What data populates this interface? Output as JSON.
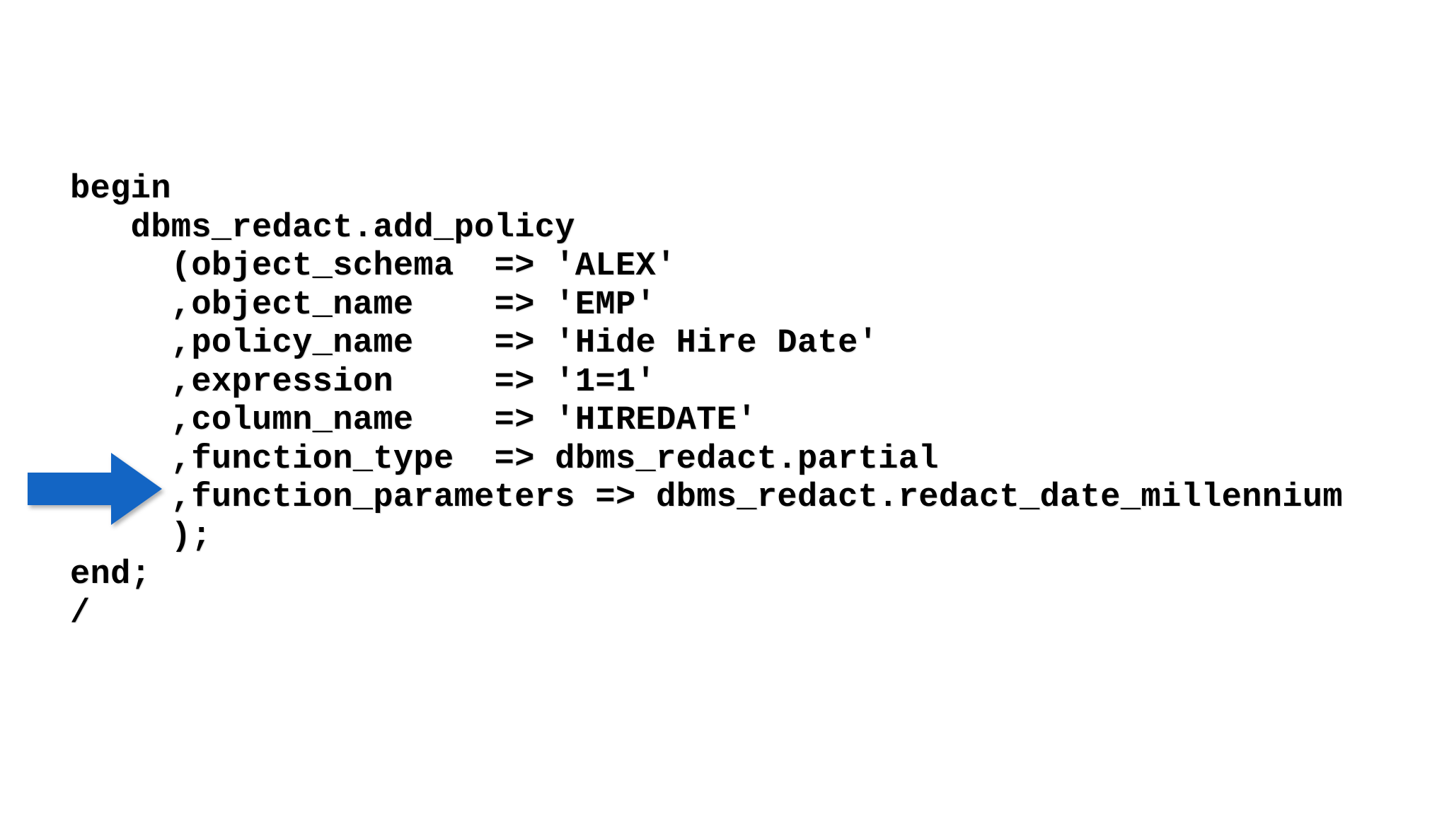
{
  "page": {
    "background_color": "#ffffff",
    "text_color": "#000000"
  },
  "code": {
    "language": "plsql",
    "lines": [
      "begin",
      "   dbms_redact.add_policy",
      "     (object_schema  => 'ALEX'",
      "     ,object_name    => 'EMP'",
      "     ,policy_name    => 'Hide Hire Date'",
      "     ,expression     => '1=1'",
      "     ,column_name    => 'HIREDATE'",
      "     ,function_type  => dbms_redact.partial",
      "     ,function_parameters => dbms_redact.redact_date_millennium",
      "     );",
      "end;",
      "/"
    ]
  },
  "annotation": {
    "arrow_color": "#1365C4",
    "arrow_direction": "right",
    "points_at_line": ",function_parameters => dbms_redact.redact_date_millennium"
  }
}
